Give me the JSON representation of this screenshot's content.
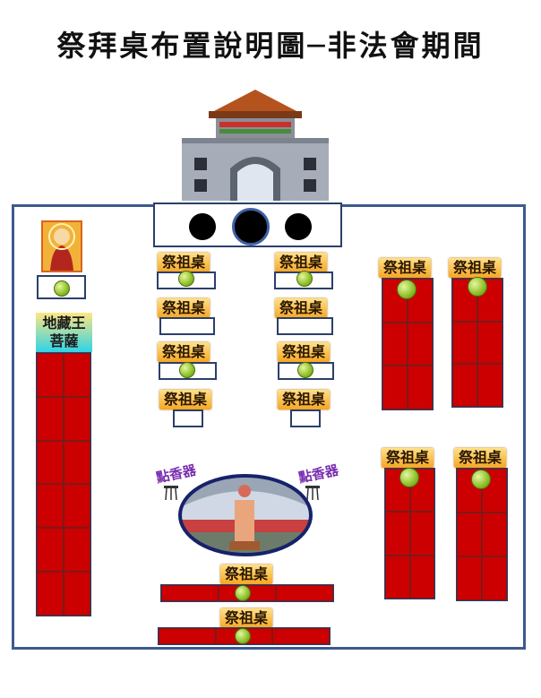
{
  "title": "祭拜桌布置說明圖─非法會期間",
  "table_label": "祭祖桌",
  "ksitigarbha_label_line1": "地藏王",
  "ksitigarbha_label_line2": "菩薩",
  "incense_label": "點香器",
  "colors": {
    "frame": "#3c5a8f",
    "table_red": "#cc0000",
    "label_orange": "#f5a623",
    "offering_green": "#8cbf26",
    "incense_purple": "#7a2fb0"
  }
}
